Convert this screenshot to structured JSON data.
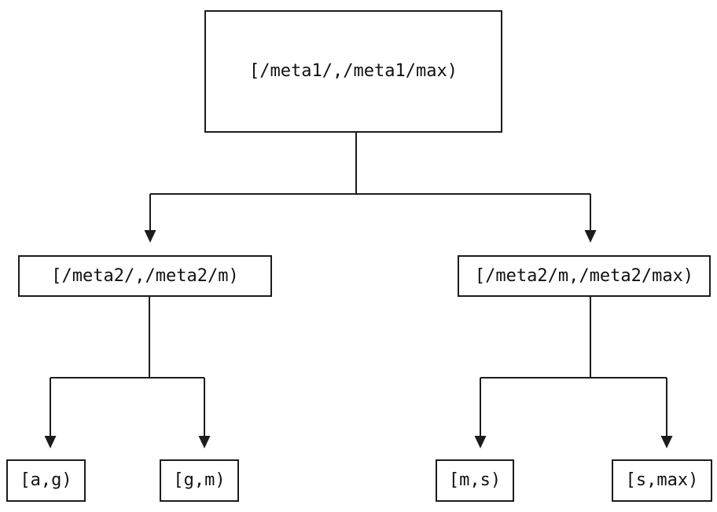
{
  "diagram": {
    "type": "tree",
    "colors": {
      "line": "#1c1c1c",
      "background": "#ffffff",
      "text": "#111111"
    },
    "root": {
      "label": "[/meta1/,/meta1/max)"
    },
    "level2": [
      {
        "label": "[/meta2/,/meta2/m)"
      },
      {
        "label": "[/meta2/m,/meta2/max)"
      }
    ],
    "leaves": [
      {
        "label": "[a,g)"
      },
      {
        "label": "[g,m)"
      },
      {
        "label": "[m,s)"
      },
      {
        "label": "[s,max)"
      }
    ]
  }
}
